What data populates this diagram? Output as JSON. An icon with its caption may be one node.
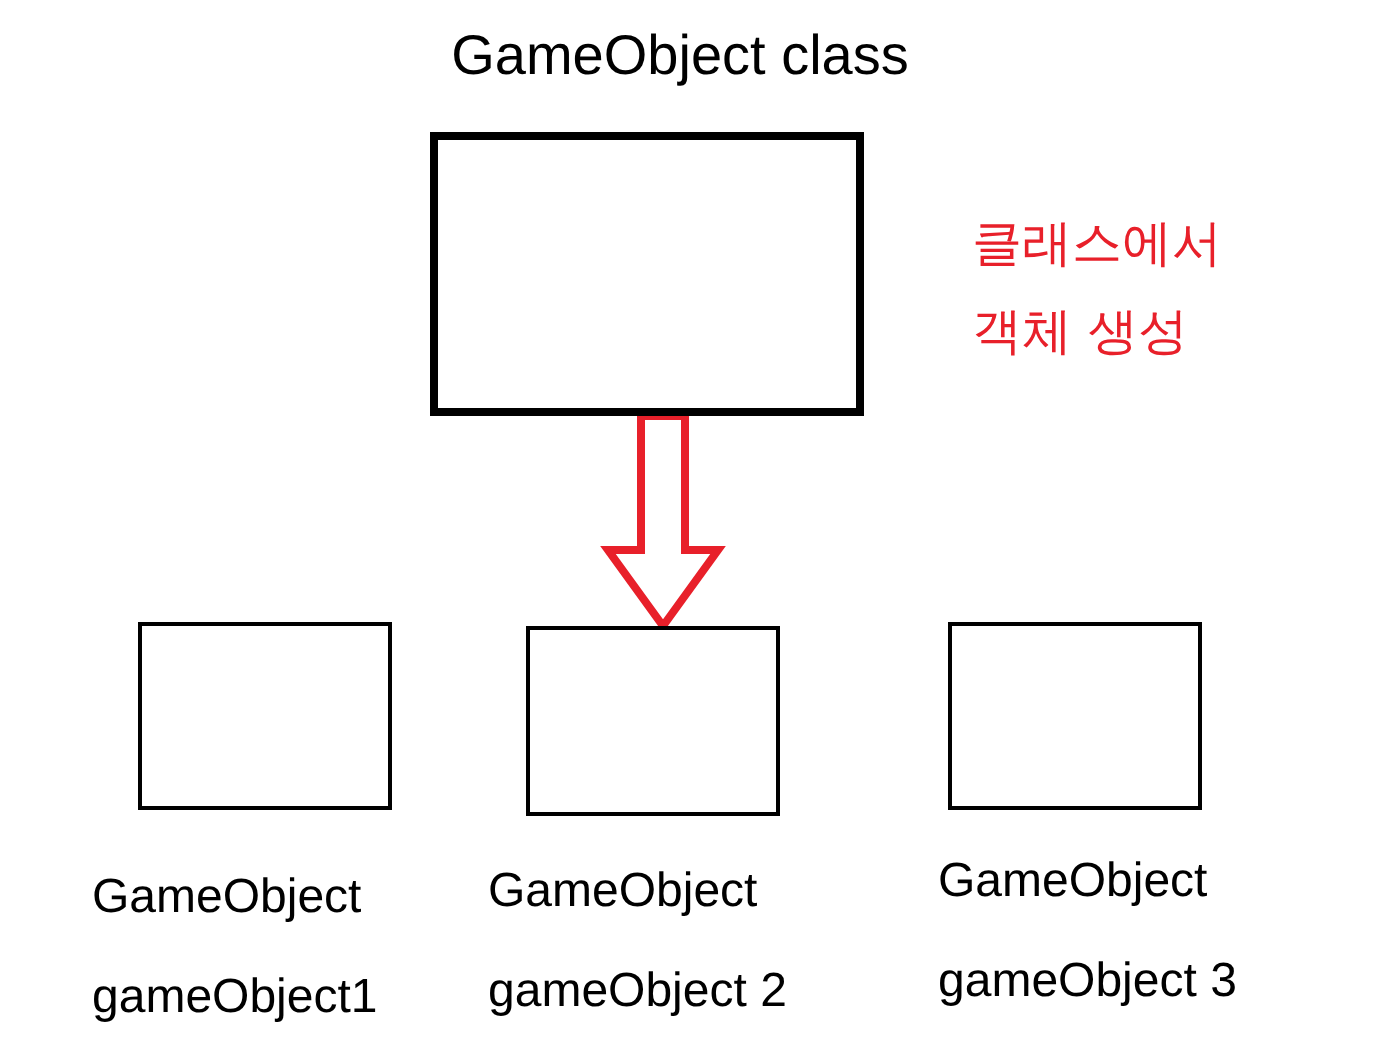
{
  "diagram": {
    "nodes": [
      {
        "text": [
          "GameObject class"
        ],
        "beside": [
          "클래스에서 객체 생성"
        ]
      },
      {
        "text": [
          "GameObject",
          "gameObject1"
        ]
      },
      {
        "text": [
          "GameObject",
          "gameObject 2"
        ]
      },
      {
        "text": [
          "GameObject",
          "gameObject 3"
        ]
      }
    ],
    "edges": [
      {
        "from": 0,
        "to": 2,
        "arrow": "to",
        "style": "thick",
        "color": "#e8202a"
      }
    ]
  }
}
